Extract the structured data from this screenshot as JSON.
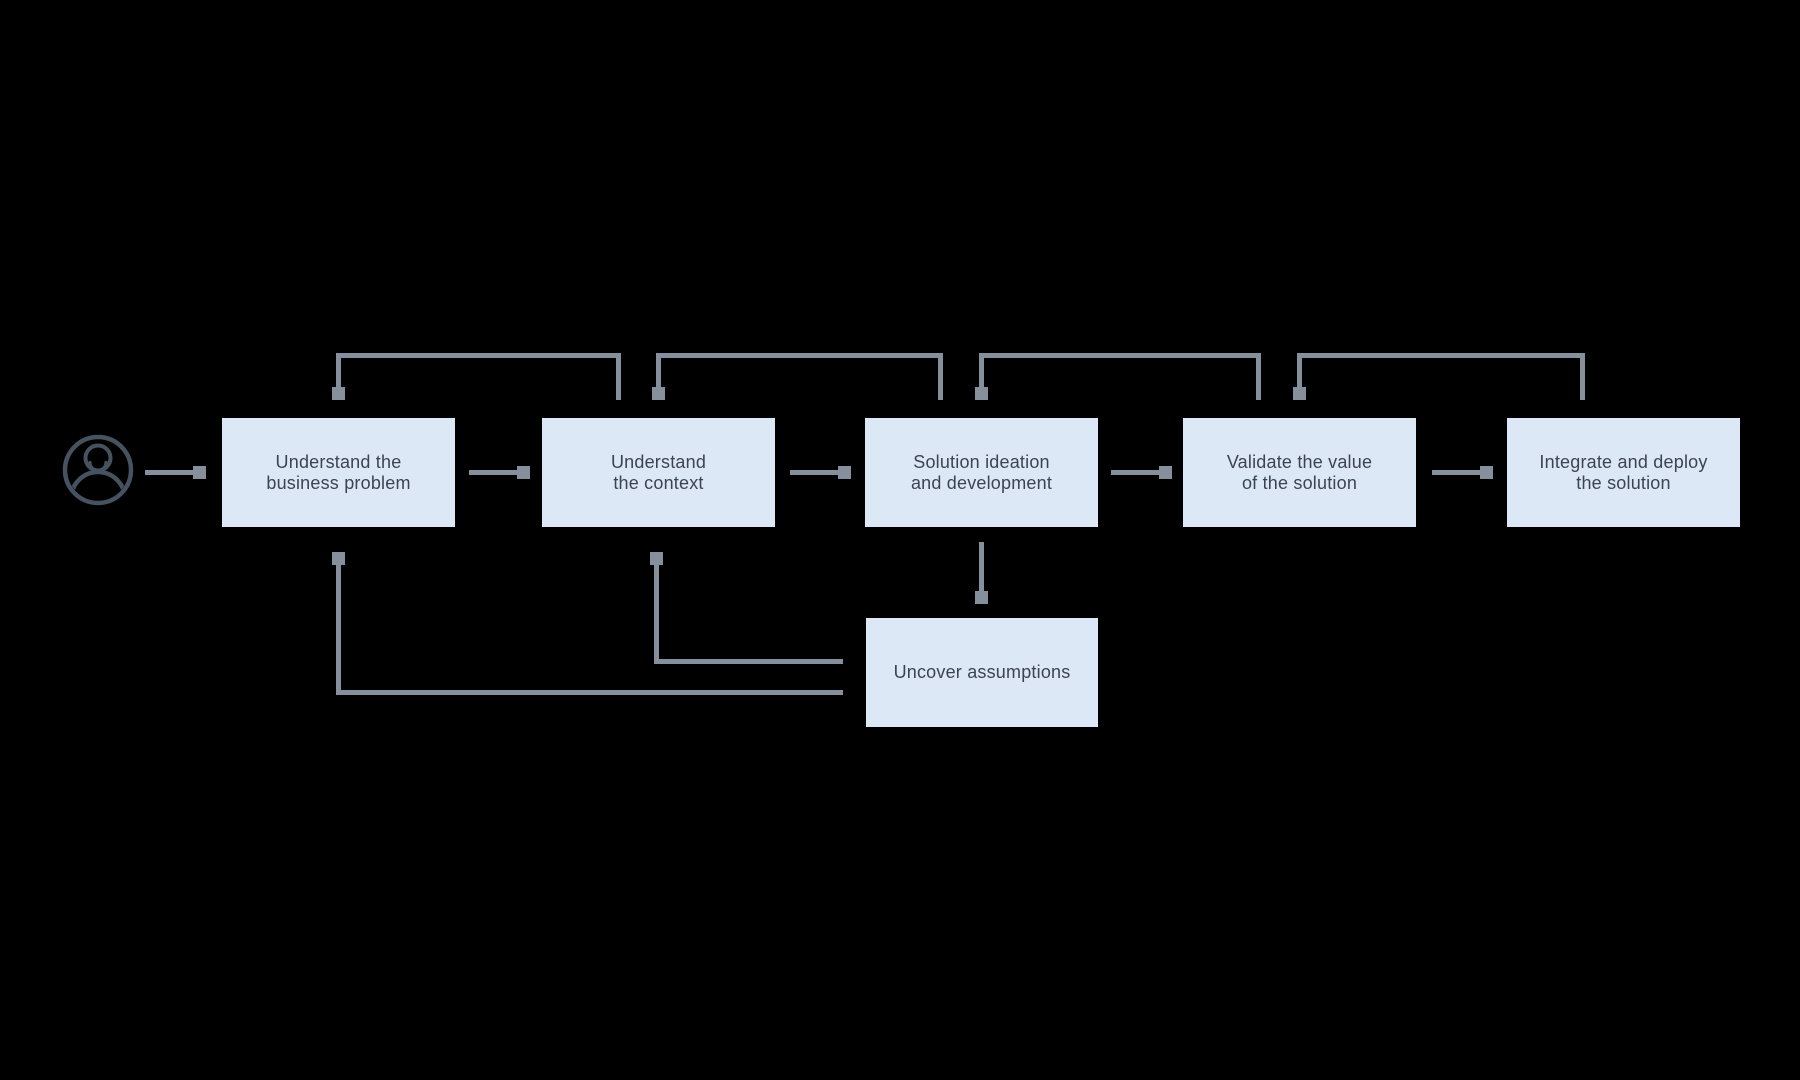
{
  "colors": {
    "background": "#000000",
    "box_fill": "#dde8f7",
    "box_text": "#3c4454",
    "line": "#868f9c",
    "icon": "#46525f"
  },
  "icons": {
    "person": "person-circle-icon"
  },
  "boxes": {
    "stage1": {
      "line1": "Understand the",
      "line2": "business problem"
    },
    "stage2": {
      "line1": "Understand",
      "line2": "the context"
    },
    "stage3": {
      "line1": "Solution ideation",
      "line2": "and development"
    },
    "stage4": {
      "line1": "Validate the value",
      "line2": "of the solution"
    },
    "stage5": {
      "line1": "Integrate and deploy",
      "line2": "the solution"
    },
    "uncover": {
      "line1": "Uncover assumptions"
    }
  }
}
